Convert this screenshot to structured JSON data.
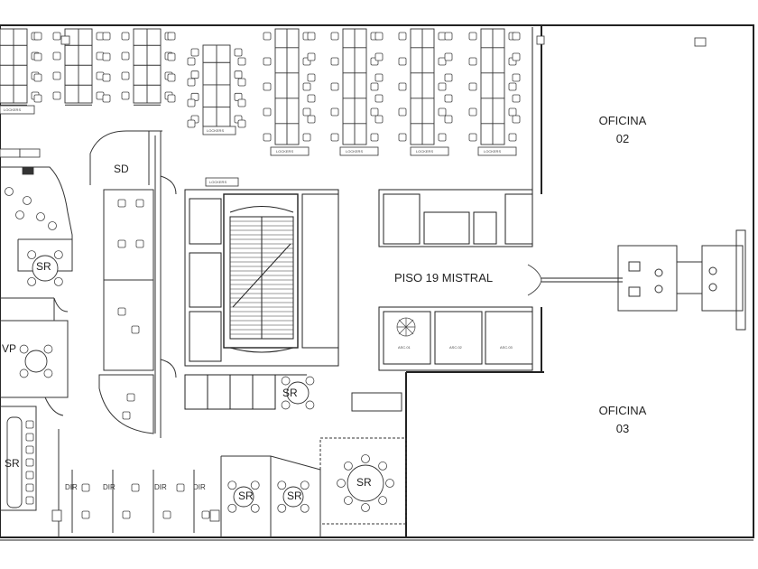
{
  "floor": {
    "name": "PISO 19 MISTRAL"
  },
  "rooms": {
    "oficina_02": {
      "line1": "OFICINA",
      "line2": "02"
    },
    "oficina_03": {
      "line1": "OFICINA",
      "line2": "03"
    },
    "sd": "SD",
    "vp": "VP",
    "sr": "SR",
    "dir": "DIR"
  },
  "tags": {
    "locker": "LOCKERS",
    "asc_1": "ASC.01",
    "asc_2": "ASC.02",
    "asc_3": "ASC.03"
  }
}
